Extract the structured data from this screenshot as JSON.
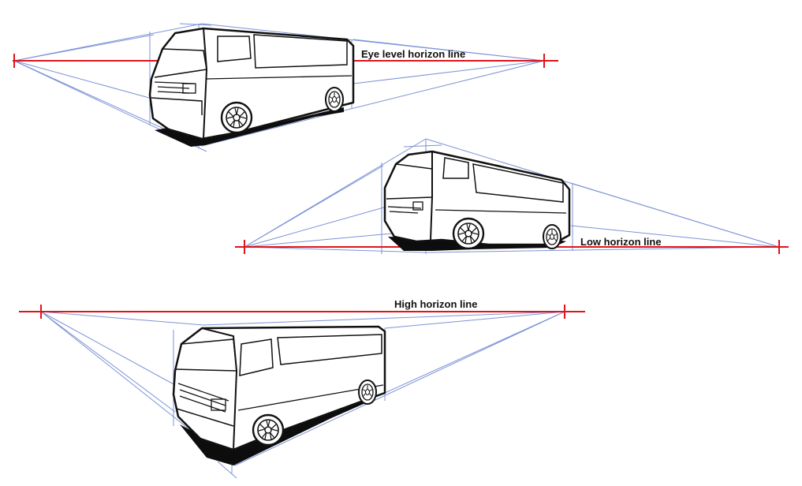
{
  "labels": {
    "eye_level": "Eye level horizon line",
    "low": "Low horizon line",
    "high": "High horizon line"
  },
  "colors": {
    "horizon": "#e0141b",
    "construction": "#7d93d6",
    "ink": "#111111",
    "shadow": "#0d0d0d",
    "background": "#ffffff"
  }
}
